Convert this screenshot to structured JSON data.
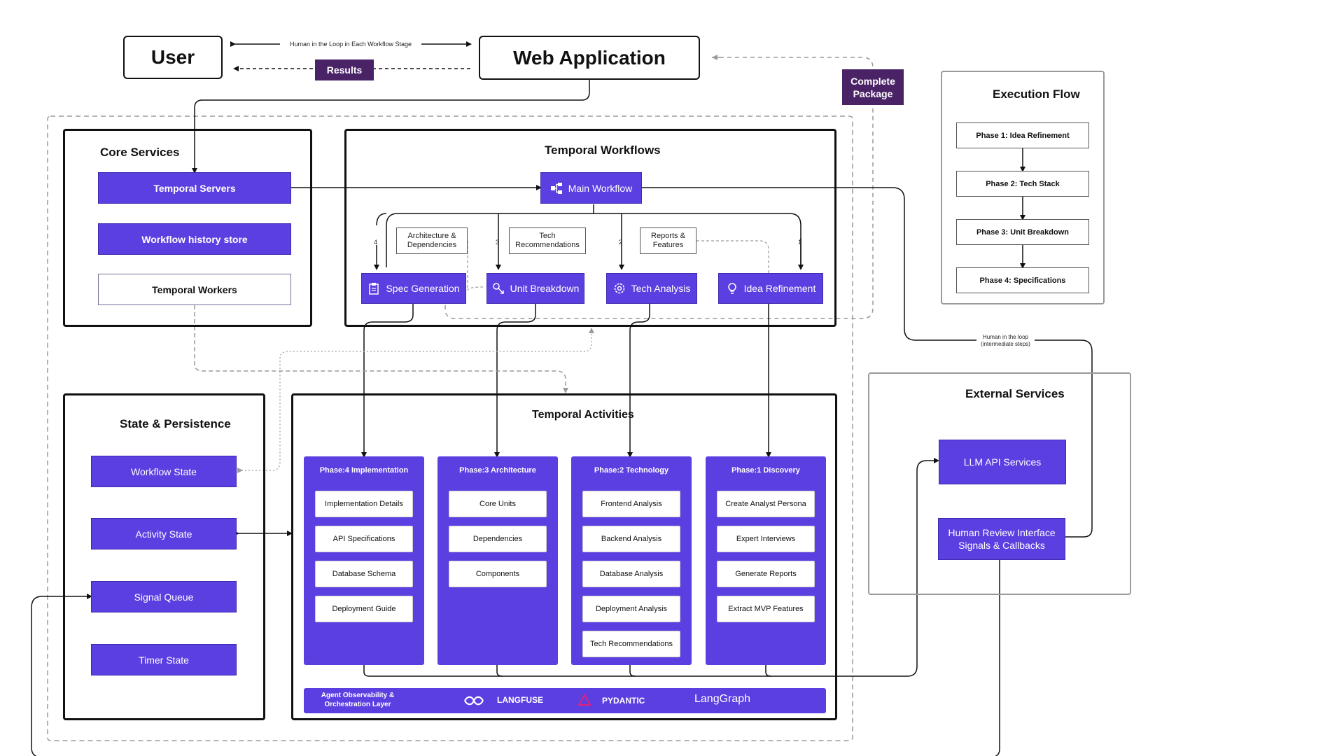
{
  "top": {
    "user": "User",
    "web_app": "Web Application",
    "hitl_label": "Human in the Loop in Each Workflow Stage",
    "results": "Results",
    "complete_package": "Complete Package"
  },
  "core_services": {
    "title": "Core Services",
    "temporal_servers": "Temporal Servers",
    "workflow_history": "Workflow history store",
    "temporal_workers": "Temporal Workers"
  },
  "temporal_workflows": {
    "title": "Temporal Workflows",
    "main": "Main Workflow",
    "spec": "Spec Generation",
    "unit": "Unit Breakdown",
    "tech": "Tech Analysis",
    "idea": "Idea Refinement",
    "ann_arch": "Architecture & Dependencies",
    "ann_tech": "Tech Recommendations",
    "ann_reports": "Reports & Features",
    "num_4": "4",
    "num_3": "3",
    "num_2": "2",
    "num_1": "1"
  },
  "execution_flow": {
    "title": "Execution Flow",
    "phases": [
      "Phase 1: Idea Refinement",
      "Phase 2: Tech Stack",
      "Phase 3: Unit Breakdown",
      "Phase 4: Specifications"
    ]
  },
  "state": {
    "title": "State & Persistence",
    "items": [
      "Workflow State",
      "Activity State",
      "Signal Queue",
      "Timer State"
    ]
  },
  "activities": {
    "title": "Temporal Activities",
    "columns": [
      {
        "title": "Phase:4 Implementation",
        "items": [
          "Implementation Details",
          "API Specifications",
          "Database Schema",
          "Deployment Guide"
        ]
      },
      {
        "title": "Phase:3 Architecture",
        "items": [
          "Core Units",
          "Dependencies",
          "Components"
        ]
      },
      {
        "title": "Phase:2 Technology",
        "items": [
          "Frontend Analysis",
          "Backend Analysis",
          "Database Analysis",
          "Deployment Analysis",
          "Tech Recommendations"
        ]
      },
      {
        "title": "Phase:1 Discovery",
        "items": [
          "Create Analyst Persona",
          "Expert Interviews",
          "Generate Reports",
          "Extract MVP Features"
        ]
      }
    ],
    "observability": "Agent Observability & Orchestration Layer",
    "langfuse": "LANGFUSE",
    "pydantic": "PYDANTIC",
    "langgraph": "LangGraph"
  },
  "external": {
    "title": "External Services",
    "llm": "LLM API Services",
    "human_review_1": "Human Review Interface",
    "human_review_2": "Signals & Callbacks",
    "hitl_inter_1": "Human in the loop",
    "hitl_inter_2": "(intermediate steps)"
  },
  "colors": {
    "primary_purple": "#5b3fe0",
    "dark_purple": "#4a2366",
    "line": "#111111",
    "dashed": "#9a9a9a"
  }
}
